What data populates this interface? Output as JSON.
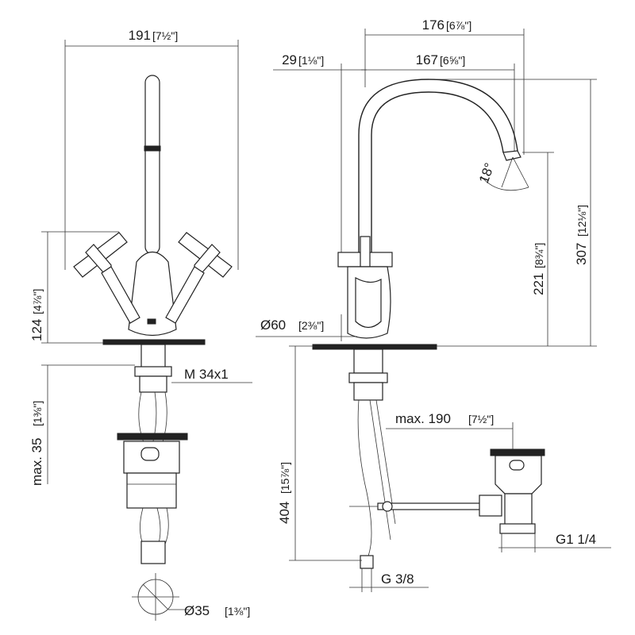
{
  "dimensions": {
    "front_width": {
      "value": "191",
      "bracket": "[7½\"]"
    },
    "spout_reach": {
      "value": "176",
      "bracket": "[6⅞\"]"
    },
    "spout_outlet": {
      "value": "167",
      "bracket": "[6⅝\"]"
    },
    "spout_offset": {
      "value": "29",
      "bracket": "[1⅛\"]"
    },
    "spout_angle": {
      "value": "18°"
    },
    "total_height": {
      "value": "307",
      "bracket": "[12⅛\"]"
    },
    "outlet_height": {
      "value": "221",
      "bracket": "[8¾\"]"
    },
    "handle_height": {
      "value": "124",
      "bracket": "[4⅞\"]"
    },
    "base_diameter": {
      "value": "Ø60",
      "bracket": "[2⅜\"]"
    },
    "thread": {
      "value": "M 34x1"
    },
    "deck_thickness": {
      "value": "max. 35",
      "bracket": "[1⅜\"]"
    },
    "drain_reach": {
      "value": "max. 190",
      "bracket": "[7½\"]"
    },
    "under_depth": {
      "value": "404",
      "bracket": "[15⅞\"]"
    },
    "drain_thread": {
      "value": "G1 1/4"
    },
    "supply_thread": {
      "value": "G 3/8"
    },
    "hole_diameter": {
      "value": "Ø35",
      "bracket": "[1⅜\"]"
    }
  }
}
